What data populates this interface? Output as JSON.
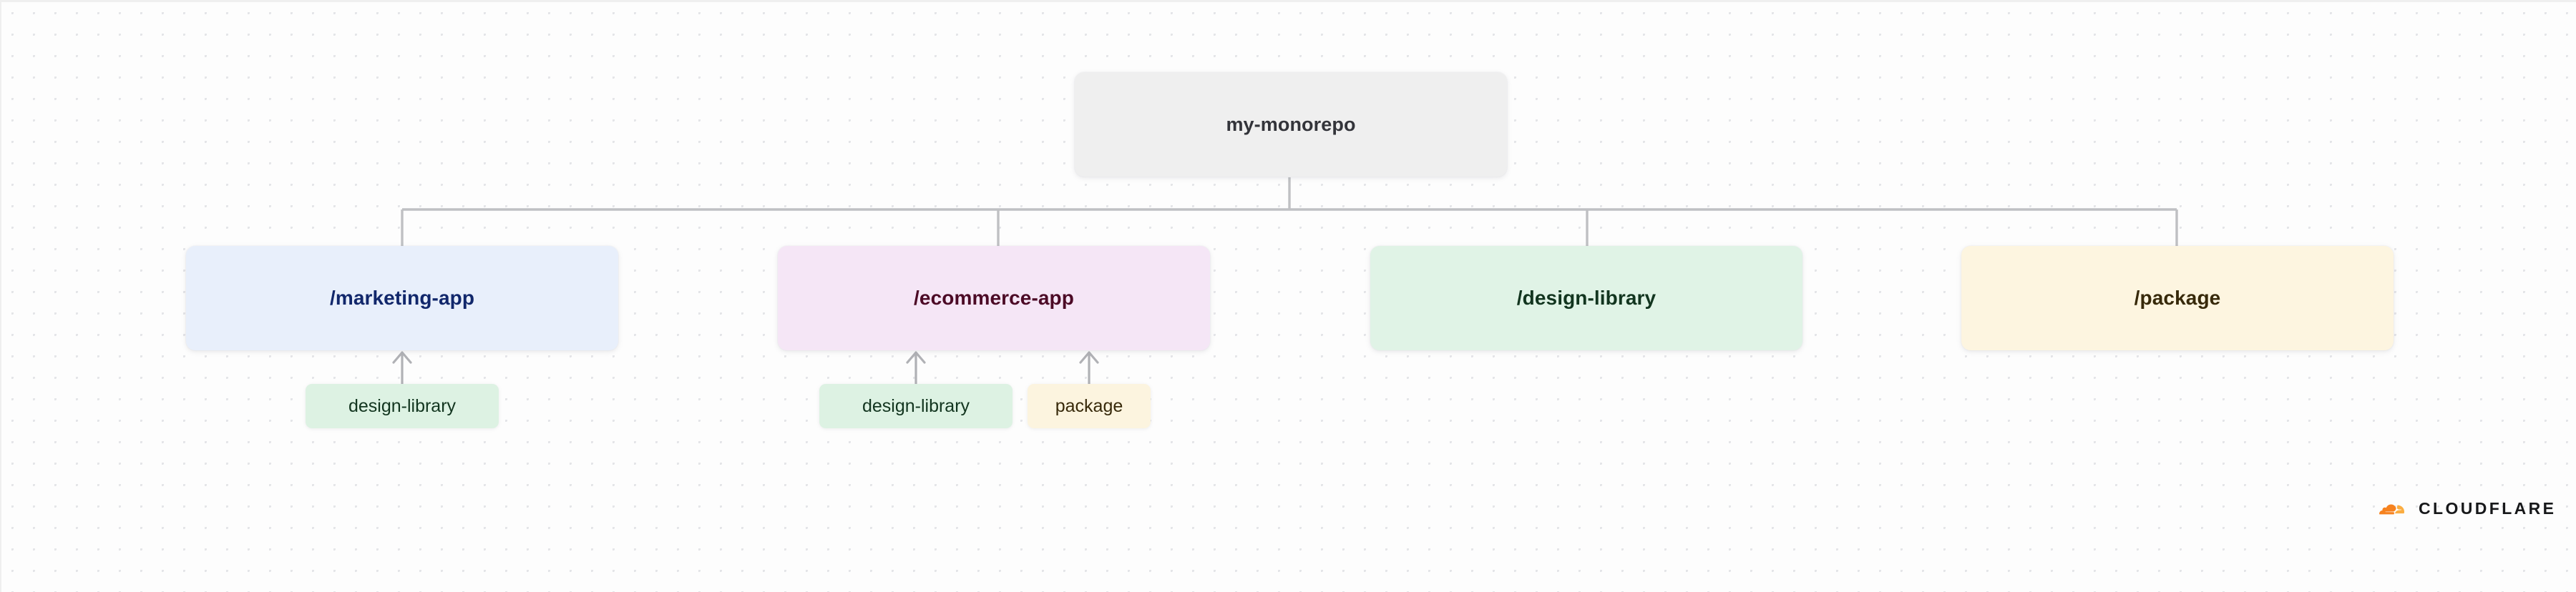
{
  "diagram": {
    "title_node": {
      "label": "my-monorepo",
      "color": "#efefef"
    },
    "children": [
      {
        "label": "/marketing-app",
        "color": "#e8effb",
        "text_color": "#11276b",
        "dependencies": [
          {
            "label": "design-library",
            "color": "#ddf2e3"
          }
        ]
      },
      {
        "label": "/ecommerce-app",
        "color": "#f5e6f6",
        "text_color": "#4c0a26",
        "dependencies": [
          {
            "label": "design-library",
            "color": "#ddf2e3"
          },
          {
            "label": "package",
            "color": "#fcf4df"
          }
        ]
      },
      {
        "label": "/design-library",
        "color": "#e0f3e6",
        "text_color": "#12351f",
        "dependencies": []
      },
      {
        "label": "/package",
        "color": "#fdf5e0",
        "text_color": "#37290a",
        "dependencies": []
      }
    ]
  },
  "branding": {
    "wordmark": "CLOUDFLARE",
    "mark_color": "#f6821f",
    "mark_accent_color": "#fbad41",
    "wordmark_color": "#17181a"
  },
  "canvas": {
    "background": "#fdfdfd",
    "dot_color": "#e4e5e8",
    "connector_color": "#b9babd"
  }
}
